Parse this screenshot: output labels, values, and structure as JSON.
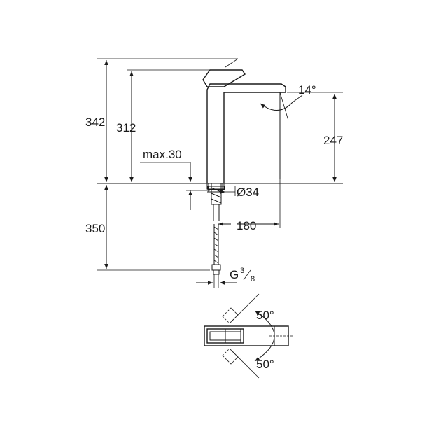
{
  "dimensions": {
    "total_height_outer": "342",
    "total_height_inner": "312",
    "spout_height": "247",
    "max_deck_thickness": "max.30",
    "below_deck_length": "350",
    "spout_reach": "180",
    "hole_diameter": "Ø34",
    "spout_angle": "14°",
    "thread_prefix": "G",
    "thread_numerator": "3",
    "thread_denominator": "8",
    "lever_angle_top": "50°",
    "lever_angle_bottom": "50°"
  },
  "colors": {
    "line": "#1a1a1a",
    "background": "#ffffff"
  }
}
